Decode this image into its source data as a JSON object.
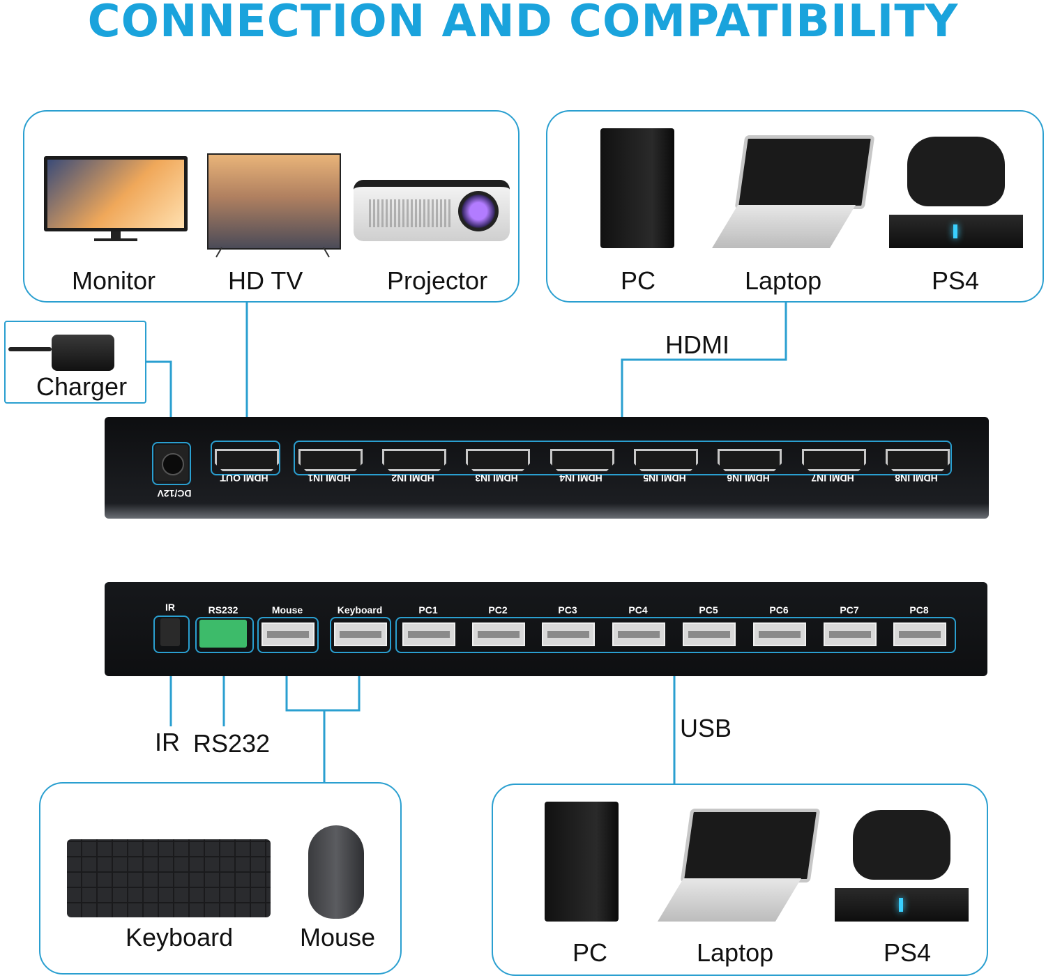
{
  "title": "CONNECTION AND COMPATIBILITY",
  "displays": {
    "items": [
      "Monitor",
      "HD TV",
      "Projector"
    ]
  },
  "sources_top": {
    "items": [
      "PC",
      "Laptop",
      "PS4"
    ]
  },
  "charger": {
    "label": "Charger"
  },
  "connections": {
    "hdmi": "HDMI",
    "usb": "USB",
    "ir": "IR",
    "rs232": "RS232"
  },
  "front_panel": {
    "dc": "DC/12V",
    "hdmi_out": "HDMI OUT",
    "hdmi_in": [
      "HDMI IN1",
      "HDMI IN2",
      "HDMI IN3",
      "HDMI IN4",
      "HDMI IN5",
      "HDMI IN6",
      "HDMI IN7",
      "HDMI IN8"
    ]
  },
  "rear_panel": {
    "ir": "IR",
    "rs232": "RS232",
    "mouse": "Mouse",
    "keyboard": "Keyboard",
    "pc": [
      "PC1",
      "PC2",
      "PC3",
      "PC4",
      "PC5",
      "PC6",
      "PC7",
      "PC8"
    ]
  },
  "peripherals": {
    "items": [
      "Keyboard",
      "Mouse"
    ]
  },
  "sources_bottom": {
    "items": [
      "PC",
      "Laptop",
      "PS4"
    ]
  },
  "colors": {
    "accent": "#1aa3dc",
    "line": "#2a9fd0",
    "panel": "#111316"
  }
}
